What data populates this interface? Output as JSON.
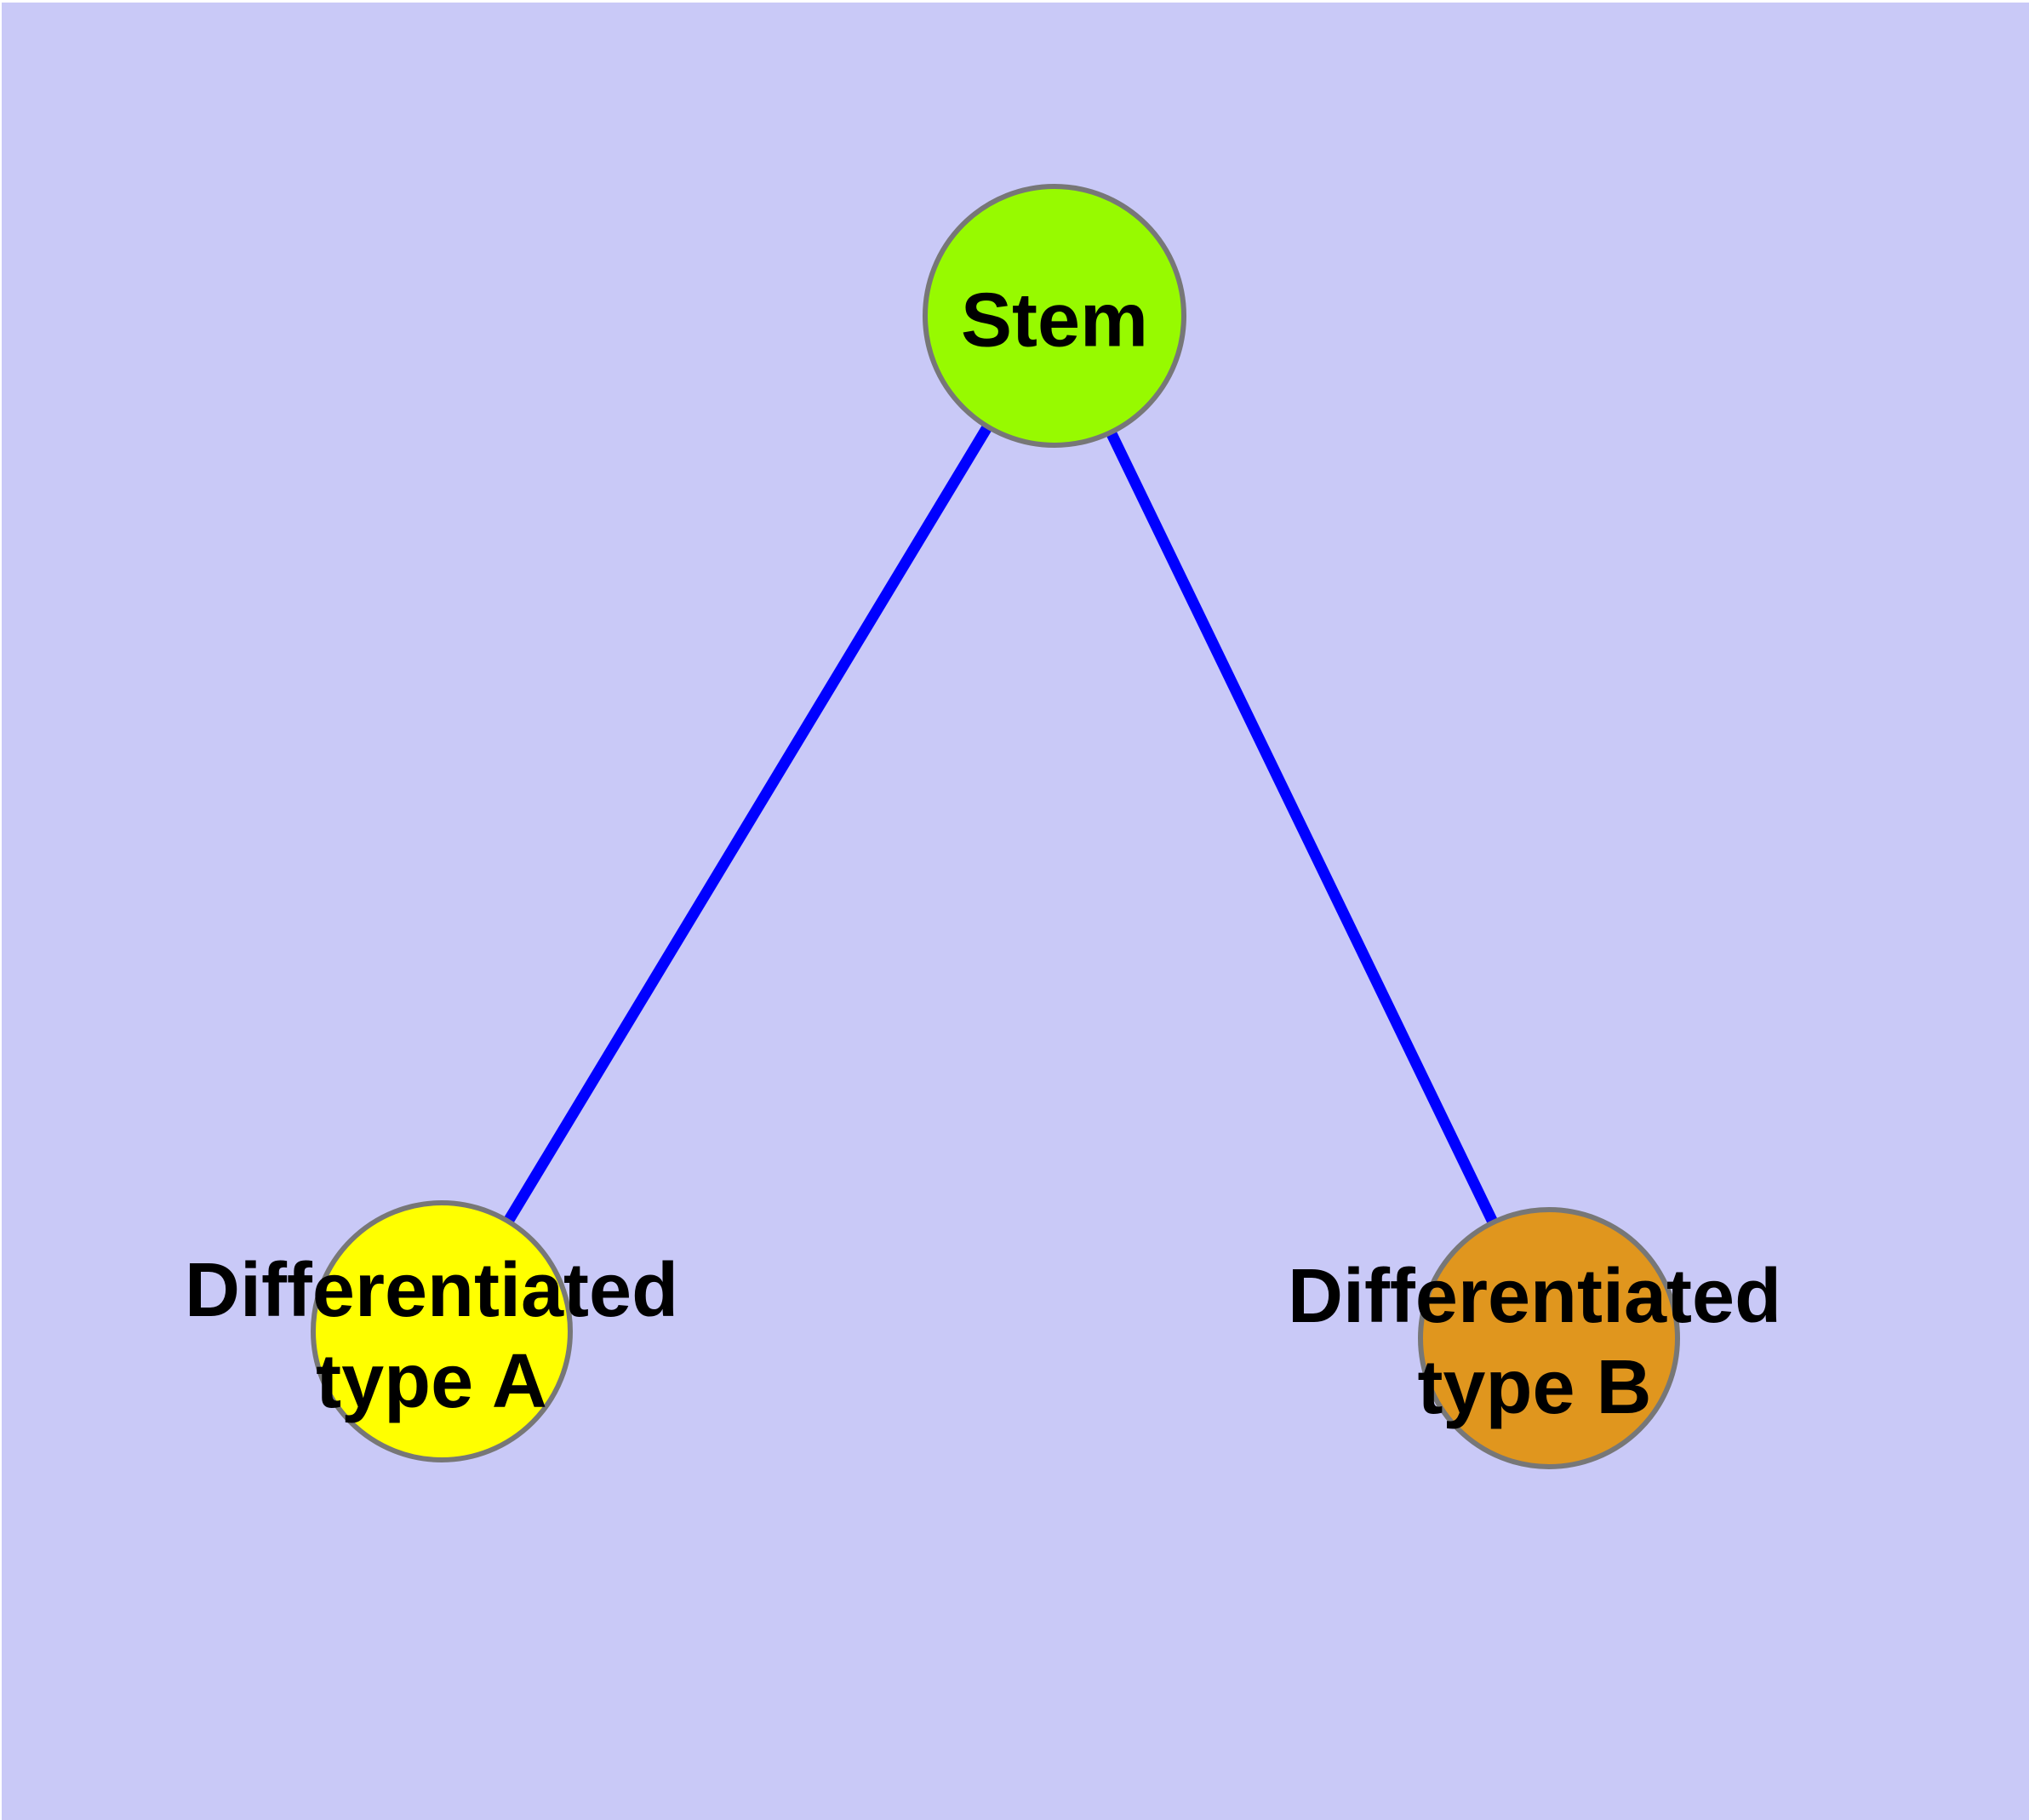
{
  "diagram": {
    "background_color": "#C9C9F7",
    "frame_color": "#FFFFFF",
    "edge_color": "#0000FF",
    "node_border_color": "#777777",
    "label_color": "#000000",
    "nodes": [
      {
        "id": "stem",
        "label": "Stem",
        "color": "#97FA00"
      },
      {
        "id": "type_a",
        "label": "Differentiated\ntype A",
        "color": "#FFFF00"
      },
      {
        "id": "type_b",
        "label": "Differentiated\ntype B",
        "color": "#E0961E"
      }
    ],
    "edges": [
      {
        "from": "Stem",
        "to": "Differentiated type A"
      },
      {
        "from": "Stem",
        "to": "Differentiated type B"
      }
    ]
  }
}
